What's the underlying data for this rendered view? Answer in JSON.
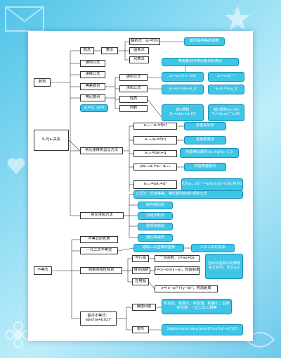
{
  "root": {
    "sequence": "数列",
    "inequality": "不等式"
  },
  "seq": {
    "concept": "概念",
    "representation": "表示",
    "analytic": "解析法：aₙ=f(n)",
    "special_fn": "数列是特殊的函数",
    "graph": "图象法",
    "table": "列表法",
    "general_term": "通项公式",
    "recurrence": "递推公式",
    "arithmetic": "等差数列",
    "geometric": "等比数列",
    "cond": "a₁≠0，q≠0",
    "formula_general": "通项公式",
    "formula_sum": "求和公式",
    "property": "性质",
    "judge": "判断",
    "analogy": "等差数列与等比数列的类比",
    "ar_term": "aₙ=a₁+(n−1)d",
    "ge_term": "aₙ=a₁qⁿ⁻¹",
    "ar_prop": "aₘ+aₙ=aₚ+a_q",
    "ge_prop": "aₘaₙ=aₚa_q",
    "ar_sum_label": "前n项和",
    "ar_sum": "Sₙ=n(a₁+aₙ)/2",
    "ge_sum_label": "前n项积(aₙ>0)",
    "ge_sum": "Tₙ=(a₁aₙ)^(n/2)",
    "sn_formula": "Sₙ与aₙ关系",
    "method_rec": "常见递推类型及方法",
    "rec1": "aₙ₊₁−aₙ=f(n)",
    "rec1_m": "逐差累加法",
    "rec2": "aₙ₊₁/aₙ=f(n)",
    "rec2_m": "逐商累乘法",
    "rec3": "aₙ₊₁=paₙ+q",
    "rec3_m": "构造等比数列{aₙ+q/(p−1)}",
    "rec4": "paₙ₊₁aₙ=aₙ−aₙ₊₁",
    "rec4_m": "构造等差数列",
    "rec5": "aₙ₊₁=paₙ+qⁿ",
    "rec5_m": "化为aₙ₊₁/qⁿ⁺¹=p/q·aₙ/qⁿ+1/q 转为③",
    "method_sum": "常见求和方法",
    "sum0": "公式法：应用等差、等比数列的前n项和公式",
    "sum1": "倒序相加法",
    "sum2": "分组求和法",
    "sum3": "裂项求和法",
    "sum4": "错位相减法"
  },
  "ineq": {
    "nature": "不等式的性质",
    "quadratic": "一元二次不等式",
    "quad_note": "借助二次函数的图象",
    "three_two": "三个二次的关系",
    "linear": "简单的线性规划",
    "feasible": "可行域",
    "linear_obj": "一次函数：z=ax+by",
    "objective": "目标函数",
    "slope": "z=(y−b)/(x−a)，构造斜率",
    "application": "应用题",
    "dist": "z=(x−a)²+(y−b)²，构造距离",
    "note": "当目标函数中的参数有正负时，区分a,b",
    "basic": "基本不等式：ab≤((a+b)/2)²",
    "extreme": "最值问题",
    "extreme_note": "和定值，积最大；积定值，和最小；应用时注意：一正二定三相等",
    "transform": "变形",
    "chain": "2ab/(a+b)≤√ab≤(a+b)/2≤√((a²+b²)/2)"
  },
  "colors": {
    "accent": "#3ec6e8",
    "line": "#333333",
    "border": "#1a8fb3"
  }
}
